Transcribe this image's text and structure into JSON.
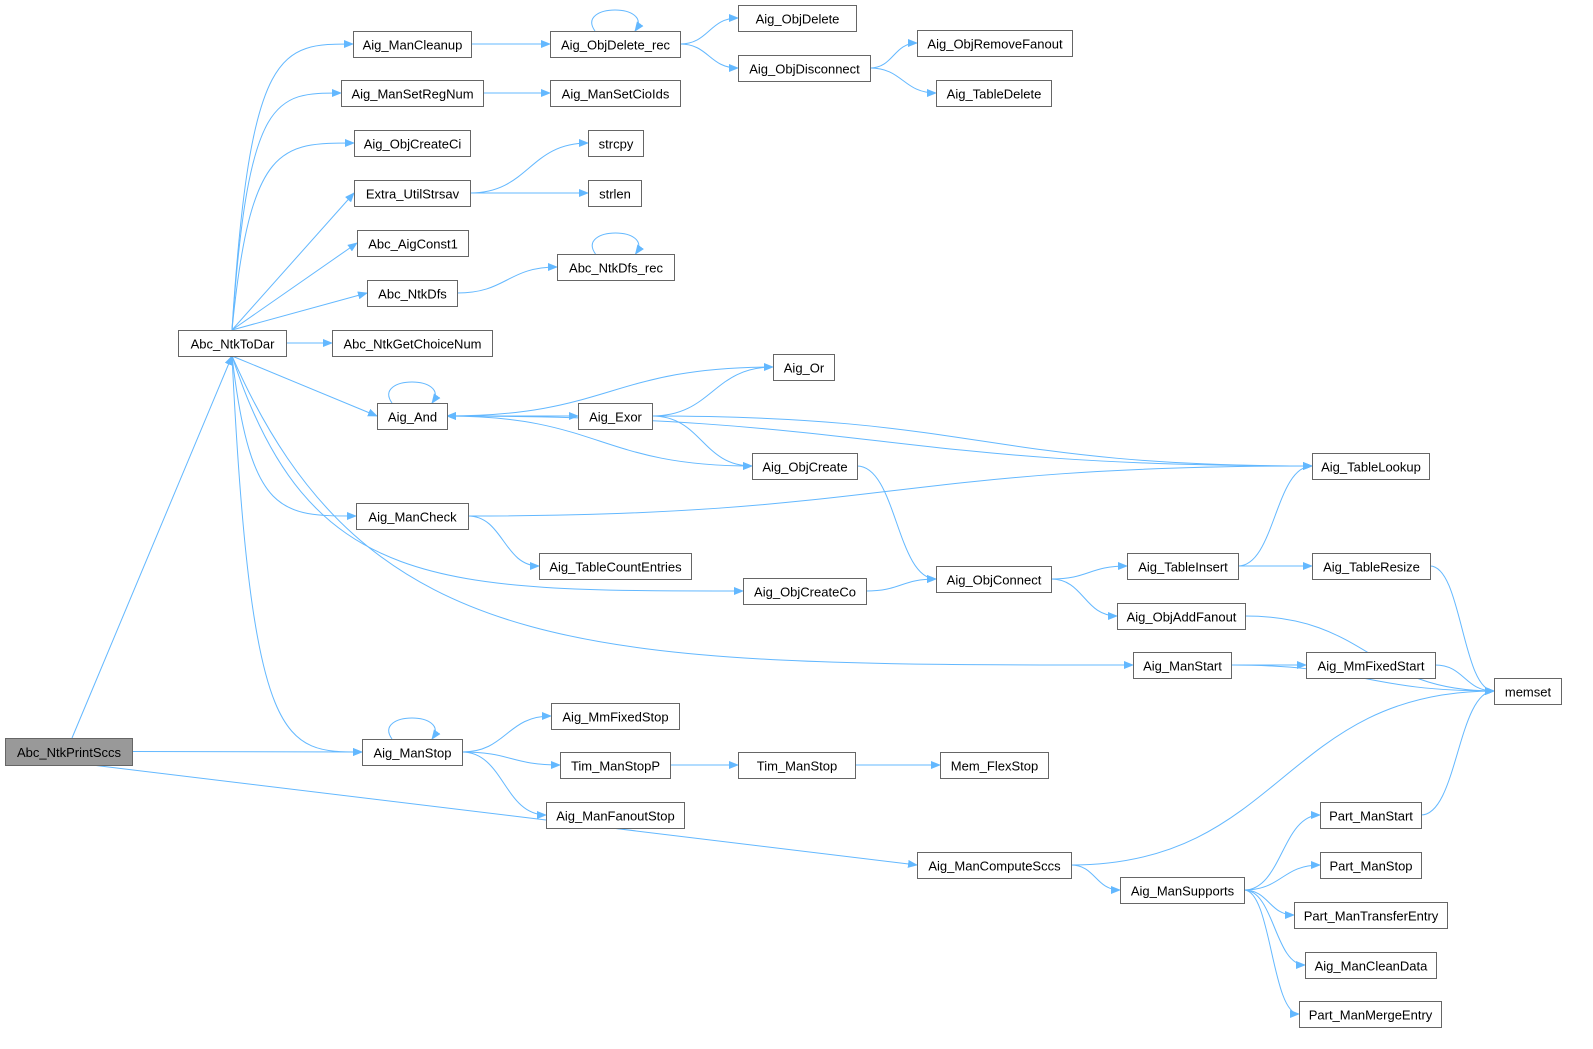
{
  "title": "Abc_NtkPrintSccs call graph",
  "colors": {
    "edge": "#63b8ff",
    "root_fill": "#999999",
    "node_border": "#666666"
  },
  "nodes": [
    "Abc_NtkPrintSccs",
    "Abc_NtkToDar",
    "Aig_ManCleanup",
    "Aig_ManSetRegNum",
    "Aig_ObjCreateCi",
    "Extra_UtilStrsav",
    "Abc_AigConst1",
    "Abc_NtkDfs",
    "Abc_NtkGetChoiceNum",
    "Aig_And",
    "Aig_ManCheck",
    "Aig_ManStop",
    "Aig_ObjDelete_rec",
    "Aig_ManSetCioIds",
    "strcpy",
    "strlen",
    "Abc_NtkDfs_rec",
    "Aig_Exor",
    "Aig_TableCountEntries",
    "Aig_MmFixedStop",
    "Tim_ManStopP",
    "Aig_ManFanoutStop",
    "Aig_ObjDelete",
    "Aig_ObjDisconnect",
    "Aig_Or",
    "Aig_ObjCreate",
    "Aig_ObjCreateCo",
    "Tim_ManStop",
    "Aig_ManComputeSccs",
    "Aig_ObjRemoveFanout",
    "Aig_TableDelete",
    "Mem_FlexStop",
    "Aig_ObjConnect",
    "Aig_ManStart",
    "Aig_TableInsert",
    "Aig_ObjAddFanout",
    "Aig_ManSupports",
    "Aig_TableLookup",
    "Aig_TableResize",
    "Aig_MmFixedStart",
    "Part_ManStart",
    "Part_ManStop",
    "Part_ManTransferEntry",
    "Aig_ManCleanData",
    "Part_ManMergeEntry",
    "memset"
  ],
  "root": "Abc_NtkPrintSccs",
  "edges": [
    [
      "Abc_NtkPrintSccs",
      "Abc_NtkToDar"
    ],
    [
      "Abc_NtkPrintSccs",
      "Aig_ManStop"
    ],
    [
      "Abc_NtkPrintSccs",
      "Aig_ManComputeSccs"
    ],
    [
      "Abc_NtkToDar",
      "Aig_ManCleanup"
    ],
    [
      "Abc_NtkToDar",
      "Aig_ManSetRegNum"
    ],
    [
      "Abc_NtkToDar",
      "Aig_ObjCreateCi"
    ],
    [
      "Abc_NtkToDar",
      "Extra_UtilStrsav"
    ],
    [
      "Abc_NtkToDar",
      "Abc_AigConst1"
    ],
    [
      "Abc_NtkToDar",
      "Abc_NtkDfs"
    ],
    [
      "Abc_NtkToDar",
      "Abc_NtkGetChoiceNum"
    ],
    [
      "Abc_NtkToDar",
      "Aig_And"
    ],
    [
      "Abc_NtkToDar",
      "Aig_ManCheck"
    ],
    [
      "Abc_NtkToDar",
      "Aig_ManStop"
    ],
    [
      "Abc_NtkToDar",
      "Aig_ObjCreateCo"
    ],
    [
      "Abc_NtkToDar",
      "Aig_ManStart"
    ],
    [
      "Aig_ManCleanup",
      "Aig_ObjDelete_rec"
    ],
    [
      "Aig_ObjDelete_rec",
      "Aig_ObjDelete_rec"
    ],
    [
      "Aig_ObjDelete_rec",
      "Aig_ObjDelete"
    ],
    [
      "Aig_ObjDelete_rec",
      "Aig_ObjDisconnect"
    ],
    [
      "Aig_ObjDisconnect",
      "Aig_ObjRemoveFanout"
    ],
    [
      "Aig_ObjDisconnect",
      "Aig_TableDelete"
    ],
    [
      "Aig_ManSetRegNum",
      "Aig_ManSetCioIds"
    ],
    [
      "Extra_UtilStrsav",
      "strcpy"
    ],
    [
      "Extra_UtilStrsav",
      "strlen"
    ],
    [
      "Abc_NtkDfs",
      "Abc_NtkDfs_rec"
    ],
    [
      "Abc_NtkDfs_rec",
      "Abc_NtkDfs_rec"
    ],
    [
      "Aig_And",
      "Aig_And"
    ],
    [
      "Aig_And",
      "Aig_Exor"
    ],
    [
      "Aig_And",
      "Aig_ObjCreate"
    ],
    [
      "Aig_And",
      "Aig_TableLookup"
    ],
    [
      "Aig_Exor",
      "Aig_And"
    ],
    [
      "Aig_Exor",
      "Aig_Or"
    ],
    [
      "Aig_Exor",
      "Aig_ObjCreate"
    ],
    [
      "Aig_Exor",
      "Aig_TableLookup"
    ],
    [
      "Aig_Or",
      "Aig_And"
    ],
    [
      "Aig_ObjCreate",
      "Aig_ObjConnect"
    ],
    [
      "Aig_ManCheck",
      "Aig_TableLookup"
    ],
    [
      "Aig_ManCheck",
      "Aig_TableCountEntries"
    ],
    [
      "Aig_ObjCreateCo",
      "Aig_ObjConnect"
    ],
    [
      "Aig_ObjConnect",
      "Aig_TableInsert"
    ],
    [
      "Aig_ObjConnect",
      "Aig_ObjAddFanout"
    ],
    [
      "Aig_TableInsert",
      "Aig_TableLookup"
    ],
    [
      "Aig_TableInsert",
      "Aig_TableResize"
    ],
    [
      "Aig_TableResize",
      "memset"
    ],
    [
      "Aig_ObjAddFanout",
      "memset"
    ],
    [
      "Aig_ManStart",
      "Aig_MmFixedStart"
    ],
    [
      "Aig_ManStart",
      "memset"
    ],
    [
      "Aig_MmFixedStart",
      "memset"
    ],
    [
      "Aig_ManStop",
      "Aig_ManStop"
    ],
    [
      "Aig_ManStop",
      "Aig_MmFixedStop"
    ],
    [
      "Aig_ManStop",
      "Tim_ManStopP"
    ],
    [
      "Aig_ManStop",
      "Aig_ManFanoutStop"
    ],
    [
      "Tim_ManStopP",
      "Tim_ManStop"
    ],
    [
      "Tim_ManStop",
      "Mem_FlexStop"
    ],
    [
      "Aig_ManComputeSccs",
      "memset"
    ],
    [
      "Aig_ManComputeSccs",
      "Aig_ManSupports"
    ],
    [
      "Aig_ManSupports",
      "Part_ManStart"
    ],
    [
      "Aig_ManSupports",
      "Part_ManStop"
    ],
    [
      "Aig_ManSupports",
      "Part_ManTransferEntry"
    ],
    [
      "Aig_ManSupports",
      "Aig_ManCleanData"
    ],
    [
      "Aig_ManSupports",
      "Part_ManMergeEntry"
    ],
    [
      "Part_ManStart",
      "memset"
    ]
  ]
}
